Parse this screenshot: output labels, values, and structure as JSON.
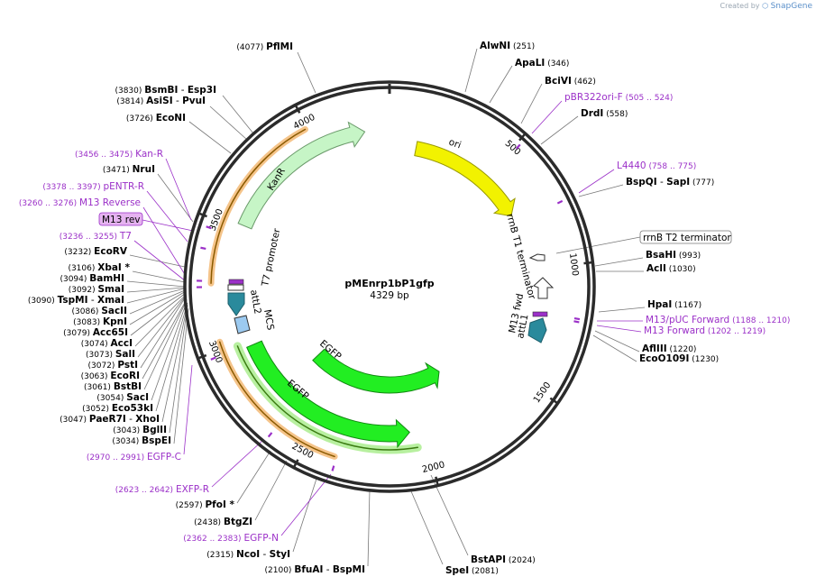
{
  "credit": {
    "prefix": "Created by",
    "brand": "SnapGene"
  },
  "plasmid": {
    "name": "pMEnrp1bP1gfp",
    "length": 4329,
    "length_label": "4329 bp"
  },
  "colors": {
    "backbone": "#2b2b2b",
    "ori": "#f2f200",
    "kanR": "#c6f5c6",
    "egfp": "#22ee22",
    "promoter_glow": "#f5b041",
    "primer": "#9b30c8",
    "attl": "#2a8a9c",
    "mcs": "#9ccaf0",
    "terminator": "#ffffff"
  },
  "tick_marks": [
    {
      "bp": 500,
      "label": "500"
    },
    {
      "bp": 1000,
      "label": "1000"
    },
    {
      "bp": 1500,
      "label": "1500"
    },
    {
      "bp": 2000,
      "label": "2000"
    },
    {
      "bp": 2500,
      "label": "2500"
    },
    {
      "bp": 3000,
      "label": "3000"
    },
    {
      "bp": 3500,
      "label": "3500"
    },
    {
      "bp": 4000,
      "label": "4000"
    }
  ],
  "features": [
    {
      "name": "ori",
      "label": "ori",
      "start": 130,
      "end": 720,
      "strand": 1,
      "color": "#f2f200"
    },
    {
      "name": "kanR",
      "label": "KanR",
      "start": 3520,
      "end": 4220,
      "strand": 1,
      "color": "#c6f5c6"
    },
    {
      "name": "egfp-inner",
      "label": "EGFP",
      "start": 1800,
      "end": 2720,
      "strand": -1,
      "color": "#22ee22"
    },
    {
      "name": "egfp-outer",
      "label": "EGFP",
      "start": 2070,
      "end": 2970,
      "strand": -1,
      "color": "#22ee22"
    },
    {
      "name": "t7-promoter",
      "label": "T7 promoter",
      "start": 3260,
      "end": 3990,
      "strand": 1,
      "color": "#f5b041"
    },
    {
      "name": "promoter-glow",
      "label": "",
      "start": 2380,
      "end": 3030,
      "strand": -1,
      "color": "#f5b041"
    }
  ],
  "small_features": [
    {
      "label": "rrnB T1 terminator"
    },
    {
      "label": "M13 fwd"
    },
    {
      "label": "attL1"
    },
    {
      "label": "T7 promoter"
    },
    {
      "label": "attL2"
    },
    {
      "label": "MCS"
    }
  ],
  "boxed_labels": {
    "rrnb_t2": "rrnB T2 terminator",
    "m13_rev": "M13 rev"
  },
  "enzymes_right": [
    {
      "id": "alwni",
      "name": "AlwNI",
      "pos": "(251)"
    },
    {
      "id": "apali",
      "name": "ApaLI",
      "pos": "(346)"
    },
    {
      "id": "bcivi",
      "name": "BciVI",
      "pos": "(462)"
    },
    {
      "id": "drdi",
      "name": "DrdI",
      "pos": "(558)"
    },
    {
      "id": "bspqi",
      "name": "BspQI",
      "sep": "-",
      "name2": "SapI",
      "pos": "(777)"
    },
    {
      "id": "bsahi",
      "name": "BsaHI",
      "pos": "(993)"
    },
    {
      "id": "acli",
      "name": "AclI",
      "pos": "(1030)"
    },
    {
      "id": "hpai",
      "name": "HpaI",
      "pos": "(1167)"
    },
    {
      "id": "aflii",
      "name": "AflIII",
      "pos": "(1220)"
    },
    {
      "id": "eco0109i",
      "name": "EcoO109I",
      "pos": "(1230)"
    },
    {
      "id": "bstapi",
      "name": "BstAPI",
      "pos": "(2024)"
    },
    {
      "id": "spei",
      "name": "SpeI",
      "pos": "(2081)"
    }
  ],
  "enzymes_left": [
    {
      "id": "pflmi",
      "name": "PflMI",
      "pos": "(4077)"
    },
    {
      "id": "bsmbi",
      "name": "BsmBI",
      "sep": "-",
      "name2": "Esp3I",
      "pos": "(3830)"
    },
    {
      "id": "asisi",
      "name": "AsiSI",
      "sep": "-",
      "name2": "PvuI",
      "pos": "(3814)"
    },
    {
      "id": "econi",
      "name": "EcoNI",
      "pos": "(3726)"
    },
    {
      "id": "nrui",
      "name": "NruI",
      "pos": "(3471)"
    },
    {
      "id": "ecorv",
      "name": "EcoRV",
      "pos": "(3232)"
    },
    {
      "id": "xbai",
      "name": "XbaI *",
      "pos": "(3106)"
    },
    {
      "id": "bamhi",
      "name": "BamHI",
      "pos": "(3094)"
    },
    {
      "id": "smai",
      "name": "SmaI",
      "pos": "(3092)"
    },
    {
      "id": "tspmi",
      "name": "TspMI",
      "sep": "-",
      "name2": "XmaI",
      "pos": "(3090)"
    },
    {
      "id": "sacii",
      "name": "SacII",
      "pos": "(3086)"
    },
    {
      "id": "kpni",
      "name": "KpnI",
      "pos": "(3083)"
    },
    {
      "id": "acc65i",
      "name": "Acc65I",
      "pos": "(3079)"
    },
    {
      "id": "acci",
      "name": "AccI",
      "pos": "(3074)"
    },
    {
      "id": "sali",
      "name": "SalI",
      "pos": "(3073)"
    },
    {
      "id": "psti",
      "name": "PstI",
      "pos": "(3072)"
    },
    {
      "id": "ecori",
      "name": "EcoRI",
      "pos": "(3063)"
    },
    {
      "id": "bstbi",
      "name": "BstBI",
      "pos": "(3061)"
    },
    {
      "id": "saci",
      "name": "SacI",
      "pos": "(3054)"
    },
    {
      "id": "eco53ki",
      "name": "Eco53kI",
      "pos": "(3052)"
    },
    {
      "id": "paer7i",
      "name": "PaeR7I",
      "sep": "-",
      "name2": "XhoI",
      "pos": "(3047)"
    },
    {
      "id": "bglii",
      "name": "BglII",
      "pos": "(3043)"
    },
    {
      "id": "bspei",
      "name": "BspEI",
      "pos": "(3034)"
    },
    {
      "id": "pfoi",
      "name": "PfoI *",
      "pos": "(2597)"
    },
    {
      "id": "btgzi",
      "name": "BtgZI",
      "pos": "(2438)"
    },
    {
      "id": "ncoi",
      "name": "NcoI",
      "sep": "-",
      "name2": "StyI",
      "pos": "(2315)"
    },
    {
      "id": "bfuai",
      "name": "BfuAI",
      "sep": "-",
      "name2": "BspMI",
      "pos": "(2100)"
    }
  ],
  "primers": [
    {
      "id": "pbr322ori-f",
      "name": "pBR322ori-F",
      "pos": "(505 .. 524)"
    },
    {
      "id": "l4440",
      "name": "L4440",
      "pos": "(758 .. 775)"
    },
    {
      "id": "m13puc-forward",
      "name": "M13/pUC Forward",
      "pos": "(1188 .. 1210)"
    },
    {
      "id": "m13-forward",
      "name": "M13 Forward",
      "pos": "(1202 .. 1219)"
    },
    {
      "id": "kan-r",
      "name": "Kan-R",
      "pos": "(3456 .. 3475)"
    },
    {
      "id": "pentr-r",
      "name": "pENTR-R",
      "pos": "(3378 .. 3397)"
    },
    {
      "id": "m13-reverse",
      "name": "M13 Reverse",
      "pos": "(3260 .. 3276)"
    },
    {
      "id": "t7",
      "name": "T7",
      "pos": "(3236 .. 3255)"
    },
    {
      "id": "egfp-c",
      "name": "EGFP-C",
      "pos": "(2970 .. 2991)"
    },
    {
      "id": "exfp-r",
      "name": "EXFP-R",
      "pos": "(2623 .. 2642)"
    },
    {
      "id": "egfp-n",
      "name": "EGFP-N",
      "pos": "(2362 .. 2383)"
    }
  ]
}
